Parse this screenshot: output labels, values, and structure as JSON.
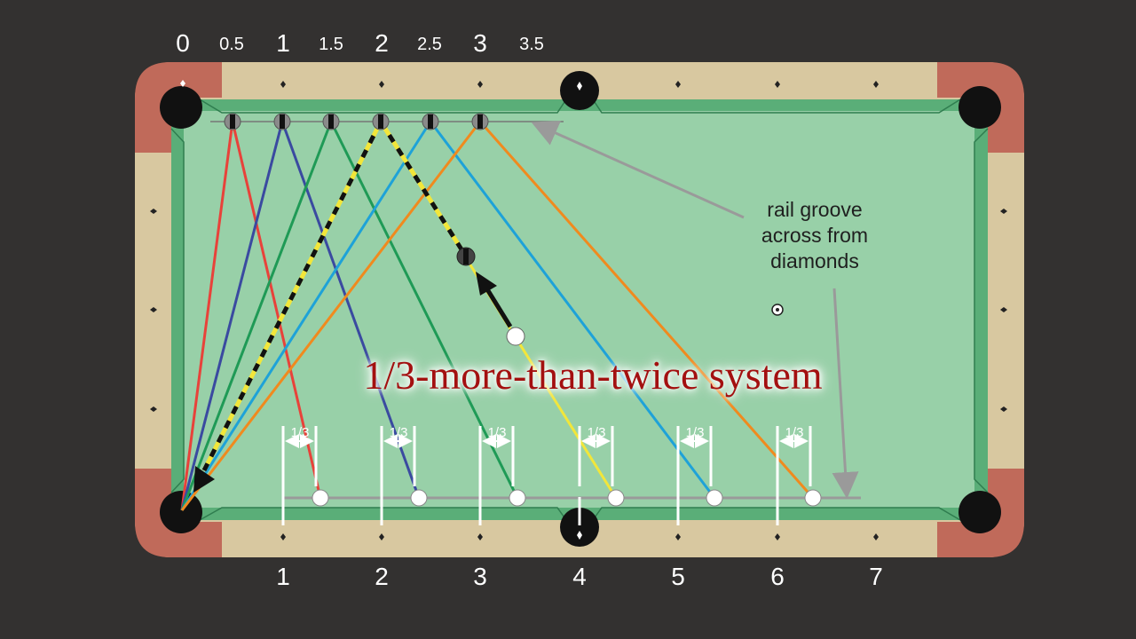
{
  "colors": {
    "background": "#333130",
    "felt": "#98d0a8",
    "cushion": "#5aae78",
    "rail": "#d8c8a0",
    "pocket_corner": "#c06a5a",
    "diamond": "#222222",
    "title_red": "#a31010",
    "line_red": "#e8423a",
    "line_navy": "#3a4aa0",
    "line_green": "#1f9a56",
    "line_yellow": "#f2e63a",
    "line_blue": "#1ea2d8",
    "line_orange": "#f08a1e",
    "arrow_gray": "#9a9a9a"
  },
  "top_labels": [
    "0",
    "0.5",
    "1",
    "1.5",
    "2",
    "2.5",
    "3",
    "3.5"
  ],
  "bottom_labels": [
    "1",
    "2",
    "3",
    "4",
    "5",
    "6",
    "7"
  ],
  "annotation": {
    "line1": "rail groove",
    "line2": "across from",
    "line3": "diamonds"
  },
  "title": "1/3-more-than-twice system",
  "fraction_label": "1/3"
}
